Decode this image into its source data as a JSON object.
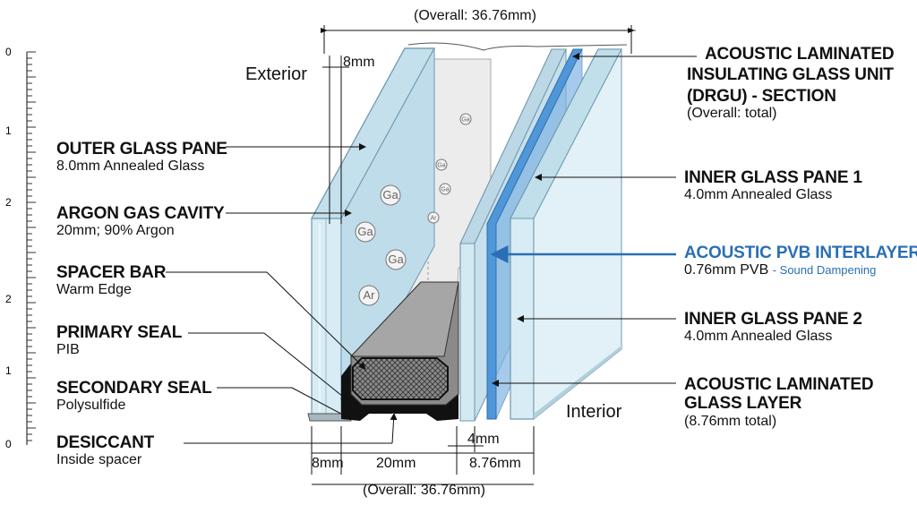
{
  "overall_top": "(Overall: 36.76mm)",
  "overall_bottom": "(Overall: 36.76mm)",
  "exterior": "Exterior",
  "interior": "Interior",
  "dim_8mm_top": "8mm",
  "dim_4mm": "4mm",
  "bottom_dims": {
    "a": "8mm",
    "b": "20mm",
    "c": "8.76mm"
  },
  "ruler_ticks": [
    "0",
    "1",
    "2",
    "2",
    "1",
    "0"
  ],
  "title": {
    "line1": "ACOUSTIC LAMINATED",
    "line2": "INSULATING GLASS UNIT",
    "line3": "(DRGU) - SECTION",
    "sub": "(Overall: total)"
  },
  "gas_labels": [
    "Ga",
    "Ga",
    "Ga",
    "Ga",
    "Ar",
    "Ga",
    "Ga",
    "Ar"
  ],
  "left_labels": [
    {
      "h": "OUTER GLASS PANE",
      "s": "8.0mm Annealed Glass"
    },
    {
      "h": "ARGON GAS CAVITY",
      "s": "20mm; 90% Argon"
    },
    {
      "h": "SPACER BAR",
      "s": "Warm Edge"
    },
    {
      "h": "PRIMARY SEAL",
      "s": "PIB"
    },
    {
      "h": "SECONDARY SEAL",
      "s": "Polysulfide"
    },
    {
      "h": "DESICCANT",
      "s": "Inside spacer"
    }
  ],
  "right_labels": [
    {
      "h": "INNER GLASS PANE 1",
      "s": "4.0mm Annealed Glass"
    },
    {
      "h": "ACOUSTIC PVB INTERLAYER",
      "s": "0.76mm PVB",
      "note": "- Sound Dampening"
    },
    {
      "h": "INNER GLASS PANE 2",
      "s": "4.0mm Annealed Glass"
    },
    {
      "h1": "ACOUSTIC LAMINATED",
      "h2": "GLASS LAYER",
      "s": "(8.76mm total)"
    }
  ],
  "colors": {
    "glass": "#d7ecf4",
    "glass_edge": "#7fa6b8",
    "pvb": "#4f97d8",
    "seal": "#111111",
    "spacer": "#8a8a8a",
    "cavity": "#e9e9e9"
  }
}
